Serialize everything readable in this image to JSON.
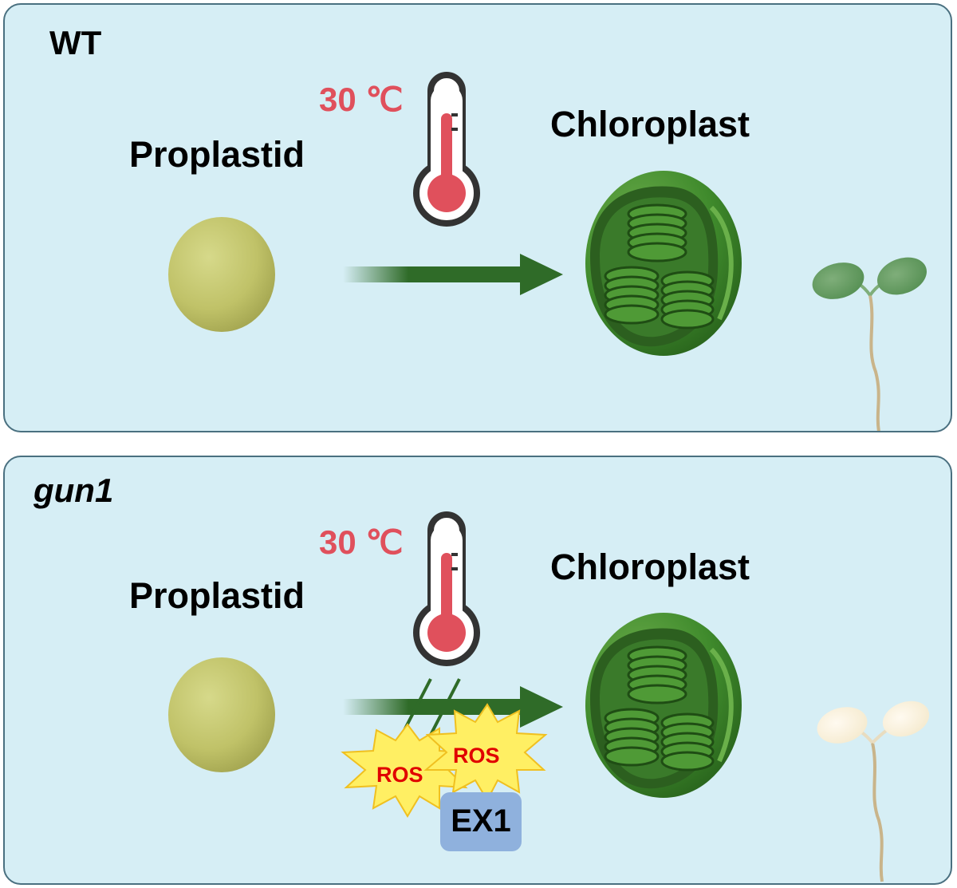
{
  "panels": [
    {
      "genotype": "WT",
      "temperature": "30 ℃",
      "start_label": "Proplastid",
      "end_label": "Chloroplast",
      "seedling": "green"
    },
    {
      "genotype": "gun1",
      "temperature": "30 ℃",
      "start_label": "Proplastid",
      "end_label": "Chloroplast",
      "seedling": "albino",
      "arrow_blocked": true,
      "burst_labels": [
        "ROS",
        "ROS"
      ],
      "box_label": "EX1"
    }
  ],
  "icons": [
    "thermometer-icon",
    "proplastid-icon",
    "chloroplast-icon",
    "arrow-icon",
    "seedling-icon",
    "ros-burst-icon"
  ],
  "colors": {
    "background": "#d6eef5",
    "temperature_text": "#e0505c",
    "arrow": "#2f6b28",
    "proplastid": "#c3c66a",
    "chloroplast": "#3f8a2c",
    "ros_burst": "#ffef63",
    "ros_text": "#e00000",
    "ex1_box": "#8fb1dd"
  }
}
